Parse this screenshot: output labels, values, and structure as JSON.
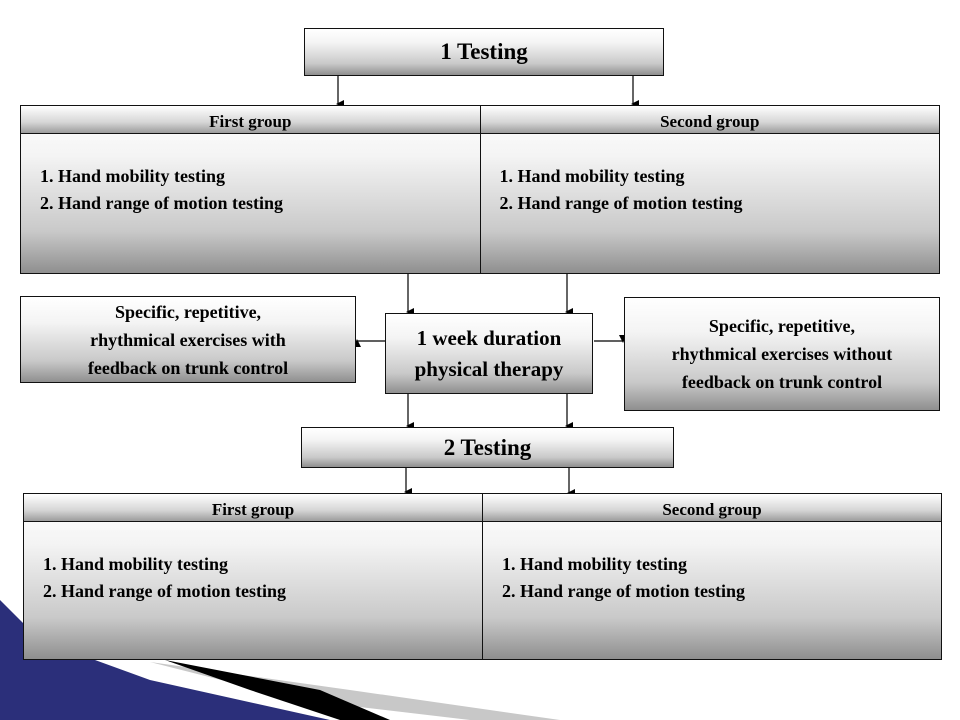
{
  "testing1": {
    "title": "1 Testing"
  },
  "groups1": {
    "first": {
      "header": "First group",
      "items": [
        "1. Hand mobility testing",
        "2. Hand range of motion testing"
      ]
    },
    "second": {
      "header": "Second group",
      "items": [
        "1. Hand mobility testing",
        "2. Hand range of motion testing"
      ]
    }
  },
  "left_exercise": {
    "lines": [
      "Specific, repetitive,",
      "rhythmical exercises with",
      "feedback on trunk control"
    ]
  },
  "therapy": {
    "lines": [
      "1 week duration",
      "physical therapy"
    ]
  },
  "right_exercise": {
    "lines": [
      "Specific, repetitive,",
      "rhythmical exercises without",
      "feedback on trunk control"
    ]
  },
  "testing2": {
    "title": "2 Testing"
  },
  "groups2": {
    "first": {
      "header": "First group",
      "items": [
        "1. Hand mobility testing",
        "2. Hand range of motion testing"
      ]
    },
    "second": {
      "header": "Second group",
      "items": [
        "1. Hand mobility testing",
        "2. Hand range of motion testing"
      ]
    }
  },
  "colors": {
    "decor_blue": "#2b2f7a",
    "decor_grey": "#c8c8c8",
    "decor_black": "#000000"
  }
}
